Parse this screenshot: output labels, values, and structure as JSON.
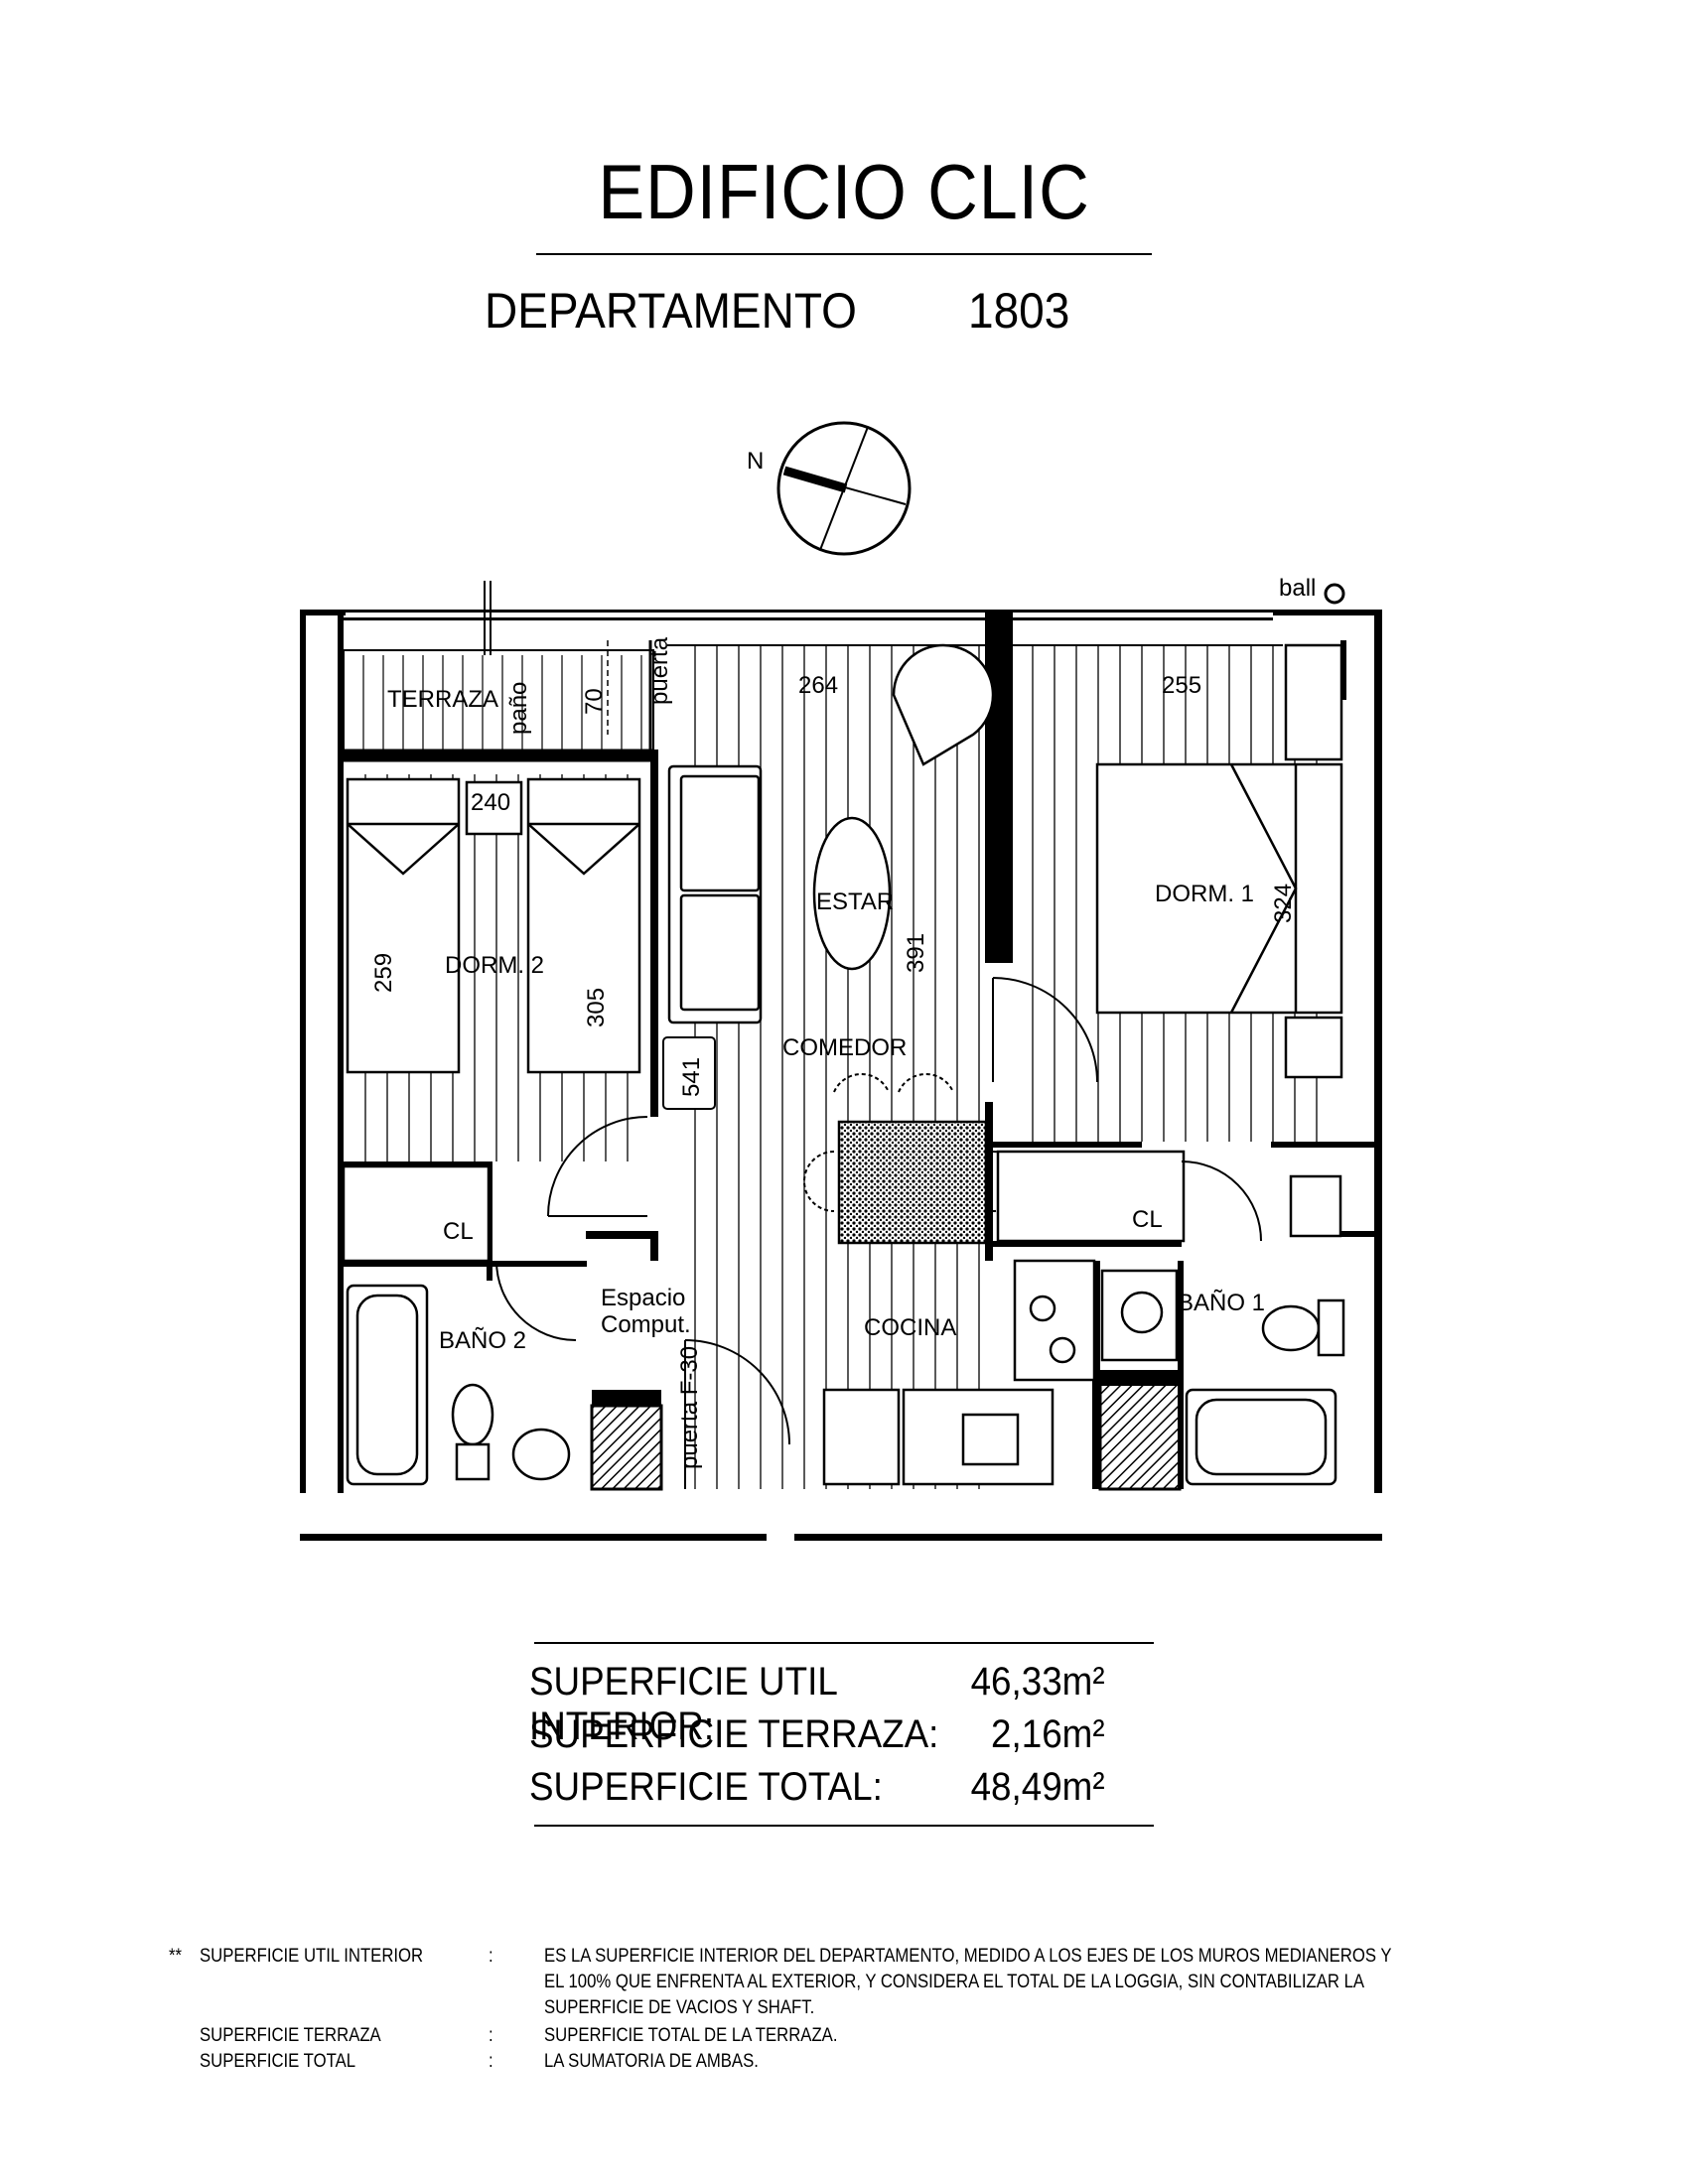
{
  "header": {
    "title": "EDIFICIO  CLIC",
    "dept_label": "DEPARTAMENTO",
    "dept_number": "1803"
  },
  "compass": {
    "label": "N"
  },
  "plan": {
    "rooms": {
      "terraza": "TERRAZA",
      "dorm2": "DORM. 2",
      "dorm1": "DORM. 1",
      "estar": "ESTAR",
      "comedor": "COMEDOR",
      "cocina": "COCINA",
      "bano2": "BAÑO 2",
      "bano1": "BAÑO 1",
      "cl_left": "CL",
      "cl_right": "CL",
      "espacio": "Espacio",
      "comput": "Comput.",
      "ball": "ball"
    },
    "dims": {
      "d264": "264",
      "d255": "255",
      "d240": "240",
      "d259": "259",
      "d305": "305",
      "d324": "324",
      "d391": "391",
      "d541": "541",
      "d70": "70",
      "pano": "paño",
      "puerta": "puerta F-30",
      "puerta_top": "puerta"
    }
  },
  "surfaces": [
    {
      "label": "SUPERFICIE UTIL INTERIOR:",
      "value": "46,33m²"
    },
    {
      "label": "SUPERFICIE TERRAZA:",
      "value": "2,16m²"
    },
    {
      "label": "SUPERFICIE TOTAL:",
      "value": "48,49m²"
    }
  ],
  "notes": {
    "star": "**",
    "row1_label": "SUPERFICIE  UTIL  INTERIOR",
    "row1_line1": "ES LA SUPERFICIE INTERIOR DEL DEPARTAMENTO, MEDIDO A LOS EJES DE LOS MUROS MEDIANEROS Y",
    "row1_line2": "EL 100%  QUE  ENFRENTA  AL EXTERIOR, Y CONSIDERA  EL  TOTAL DE LA LOGGIA,  SIN  CONTABILIZAR  LA",
    "row1_line3": "SUPERFICIE DE VACIOS Y SHAFT.",
    "row2_label": "SUPERFICIE  TERRAZA",
    "row2_text": "SUPERFICIE TOTAL DE LA TERRAZA.",
    "row3_label": "SUPERFICIE  TOTAL",
    "row3_text": "LA SUMATORIA DE AMBAS.",
    "colon": ":"
  }
}
